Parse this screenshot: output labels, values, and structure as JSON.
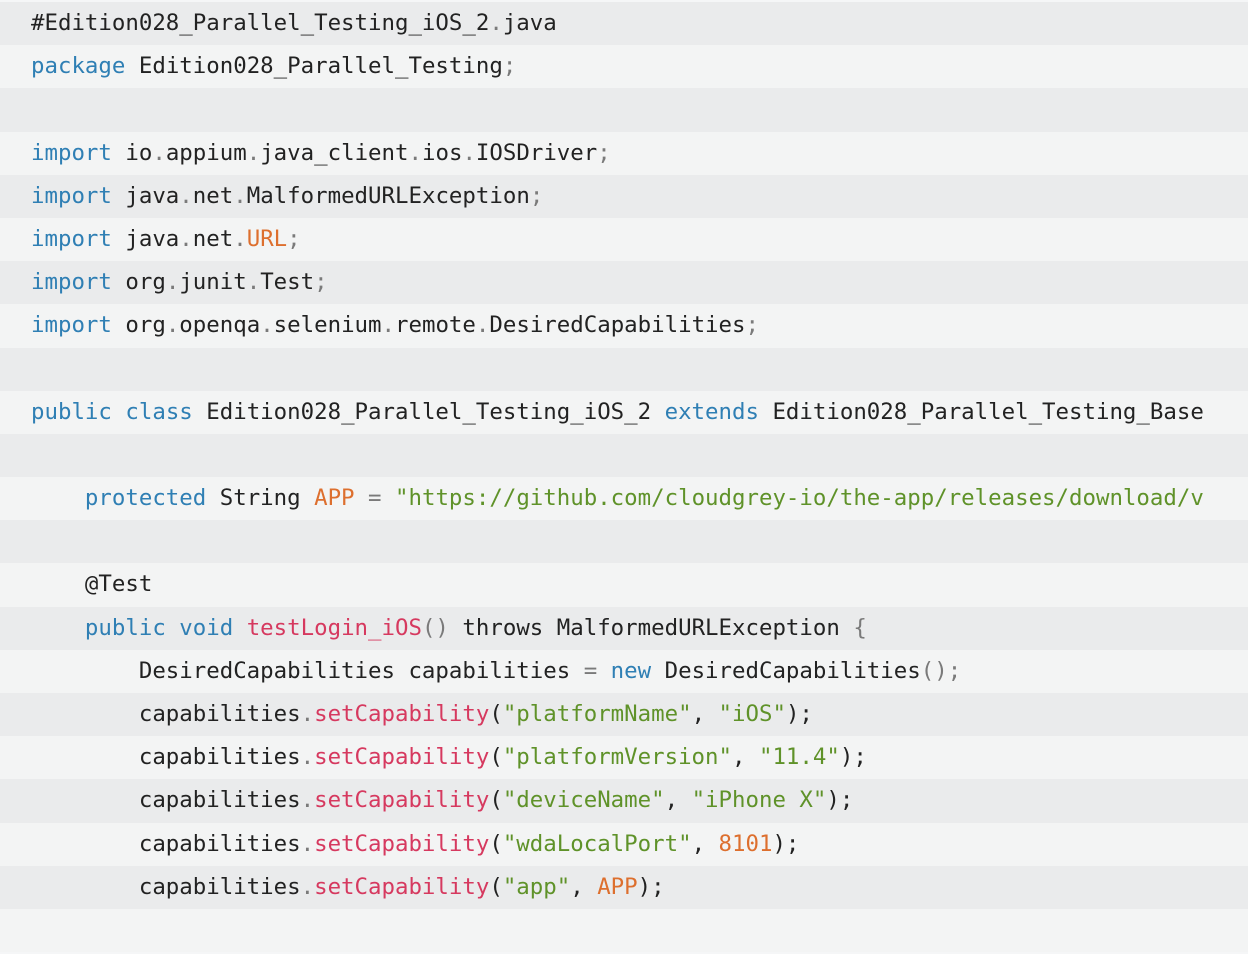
{
  "colors": {
    "plain": "#222222",
    "keyword": "#2f7fb4",
    "string": "#5f9229",
    "function": "#d6395f",
    "number": "#dd6f2e",
    "punct": "#7a7a7a",
    "row_odd": "#eaebec",
    "row_even": "#f3f4f4"
  },
  "code": {
    "filename": "#Edition028_Parallel_Testing_iOS_2.java",
    "lines": [
      [
        {
          "t": "#Edition028_Parallel_Testing_iOS_2",
          "k": "plain"
        },
        {
          "t": ".",
          "k": "punct"
        },
        {
          "t": "java",
          "k": "plain"
        }
      ],
      [
        {
          "t": "package",
          "k": "keyword"
        },
        {
          "t": " Edition028_Parallel_Testing",
          "k": "plain"
        },
        {
          "t": ";",
          "k": "punct"
        }
      ],
      [],
      [
        {
          "t": "import",
          "k": "keyword"
        },
        {
          "t": " io",
          "k": "plain"
        },
        {
          "t": ".",
          "k": "punct"
        },
        {
          "t": "appium",
          "k": "plain"
        },
        {
          "t": ".",
          "k": "punct"
        },
        {
          "t": "java_client",
          "k": "plain"
        },
        {
          "t": ".",
          "k": "punct"
        },
        {
          "t": "ios",
          "k": "plain"
        },
        {
          "t": ".",
          "k": "punct"
        },
        {
          "t": "IOSDriver",
          "k": "plain"
        },
        {
          "t": ";",
          "k": "punct"
        }
      ],
      [
        {
          "t": "import",
          "k": "keyword"
        },
        {
          "t": " java",
          "k": "plain"
        },
        {
          "t": ".",
          "k": "punct"
        },
        {
          "t": "net",
          "k": "plain"
        },
        {
          "t": ".",
          "k": "punct"
        },
        {
          "t": "MalformedURLException",
          "k": "plain"
        },
        {
          "t": ";",
          "k": "punct"
        }
      ],
      [
        {
          "t": "import",
          "k": "keyword"
        },
        {
          "t": " java",
          "k": "plain"
        },
        {
          "t": ".",
          "k": "punct"
        },
        {
          "t": "net",
          "k": "plain"
        },
        {
          "t": ".",
          "k": "punct"
        },
        {
          "t": "URL",
          "k": "number"
        },
        {
          "t": ";",
          "k": "punct"
        }
      ],
      [
        {
          "t": "import",
          "k": "keyword"
        },
        {
          "t": " org",
          "k": "plain"
        },
        {
          "t": ".",
          "k": "punct"
        },
        {
          "t": "junit",
          "k": "plain"
        },
        {
          "t": ".",
          "k": "punct"
        },
        {
          "t": "Test",
          "k": "plain"
        },
        {
          "t": ";",
          "k": "punct"
        }
      ],
      [
        {
          "t": "import",
          "k": "keyword"
        },
        {
          "t": " org",
          "k": "plain"
        },
        {
          "t": ".",
          "k": "punct"
        },
        {
          "t": "openqa",
          "k": "plain"
        },
        {
          "t": ".",
          "k": "punct"
        },
        {
          "t": "selenium",
          "k": "plain"
        },
        {
          "t": ".",
          "k": "punct"
        },
        {
          "t": "remote",
          "k": "plain"
        },
        {
          "t": ".",
          "k": "punct"
        },
        {
          "t": "DesiredCapabilities",
          "k": "plain"
        },
        {
          "t": ";",
          "k": "punct"
        }
      ],
      [],
      [
        {
          "t": "public",
          "k": "keyword"
        },
        {
          "t": " ",
          "k": "plain"
        },
        {
          "t": "class",
          "k": "keyword"
        },
        {
          "t": " Edition028_Parallel_Testing_iOS_2 ",
          "k": "plain"
        },
        {
          "t": "extends",
          "k": "keyword"
        },
        {
          "t": " Edition028_Parallel_Testing_Base",
          "k": "plain"
        }
      ],
      [],
      [
        {
          "t": "    ",
          "k": "plain"
        },
        {
          "t": "protected",
          "k": "keyword"
        },
        {
          "t": " String ",
          "k": "plain"
        },
        {
          "t": "APP",
          "k": "number"
        },
        {
          "t": " = ",
          "k": "punct"
        },
        {
          "t": "\"https://github.com/cloudgrey-io/the-app/releases/download/v",
          "k": "string"
        }
      ],
      [],
      [
        {
          "t": "    @Test",
          "k": "plain"
        }
      ],
      [
        {
          "t": "    ",
          "k": "plain"
        },
        {
          "t": "public",
          "k": "keyword"
        },
        {
          "t": " ",
          "k": "plain"
        },
        {
          "t": "void",
          "k": "keyword"
        },
        {
          "t": " ",
          "k": "plain"
        },
        {
          "t": "testLogin_iOS",
          "k": "function"
        },
        {
          "t": "()",
          "k": "punct"
        },
        {
          "t": " throws MalformedURLException ",
          "k": "plain"
        },
        {
          "t": "{",
          "k": "punct"
        }
      ],
      [
        {
          "t": "        DesiredCapabilities capabilities ",
          "k": "plain"
        },
        {
          "t": "=",
          "k": "punct"
        },
        {
          "t": " ",
          "k": "plain"
        },
        {
          "t": "new",
          "k": "keyword"
        },
        {
          "t": " DesiredCapabilities",
          "k": "plain"
        },
        {
          "t": "();",
          "k": "punct"
        }
      ],
      [
        {
          "t": "        capabilities",
          "k": "plain"
        },
        {
          "t": ".",
          "k": "punct"
        },
        {
          "t": "setCapability",
          "k": "function"
        },
        {
          "t": "(",
          "k": "plain"
        },
        {
          "t": "\"platformName\"",
          "k": "string"
        },
        {
          "t": ", ",
          "k": "plain"
        },
        {
          "t": "\"iOS\"",
          "k": "string"
        },
        {
          "t": ");",
          "k": "plain"
        }
      ],
      [
        {
          "t": "        capabilities",
          "k": "plain"
        },
        {
          "t": ".",
          "k": "punct"
        },
        {
          "t": "setCapability",
          "k": "function"
        },
        {
          "t": "(",
          "k": "plain"
        },
        {
          "t": "\"platformVersion\"",
          "k": "string"
        },
        {
          "t": ", ",
          "k": "plain"
        },
        {
          "t": "\"11.4\"",
          "k": "string"
        },
        {
          "t": ");",
          "k": "plain"
        }
      ],
      [
        {
          "t": "        capabilities",
          "k": "plain"
        },
        {
          "t": ".",
          "k": "punct"
        },
        {
          "t": "setCapability",
          "k": "function"
        },
        {
          "t": "(",
          "k": "plain"
        },
        {
          "t": "\"deviceName\"",
          "k": "string"
        },
        {
          "t": ", ",
          "k": "plain"
        },
        {
          "t": "\"iPhone X\"",
          "k": "string"
        },
        {
          "t": ");",
          "k": "plain"
        }
      ],
      [
        {
          "t": "        capabilities",
          "k": "plain"
        },
        {
          "t": ".",
          "k": "punct"
        },
        {
          "t": "setCapability",
          "k": "function"
        },
        {
          "t": "(",
          "k": "plain"
        },
        {
          "t": "\"wdaLocalPort\"",
          "k": "string"
        },
        {
          "t": ", ",
          "k": "plain"
        },
        {
          "t": "8101",
          "k": "number"
        },
        {
          "t": ");",
          "k": "plain"
        }
      ],
      [
        {
          "t": "        capabilities",
          "k": "plain"
        },
        {
          "t": ".",
          "k": "punct"
        },
        {
          "t": "setCapability",
          "k": "function"
        },
        {
          "t": "(",
          "k": "plain"
        },
        {
          "t": "\"app\"",
          "k": "string"
        },
        {
          "t": ", ",
          "k": "plain"
        },
        {
          "t": "APP",
          "k": "number"
        },
        {
          "t": ");",
          "k": "plain"
        }
      ],
      []
    ]
  }
}
